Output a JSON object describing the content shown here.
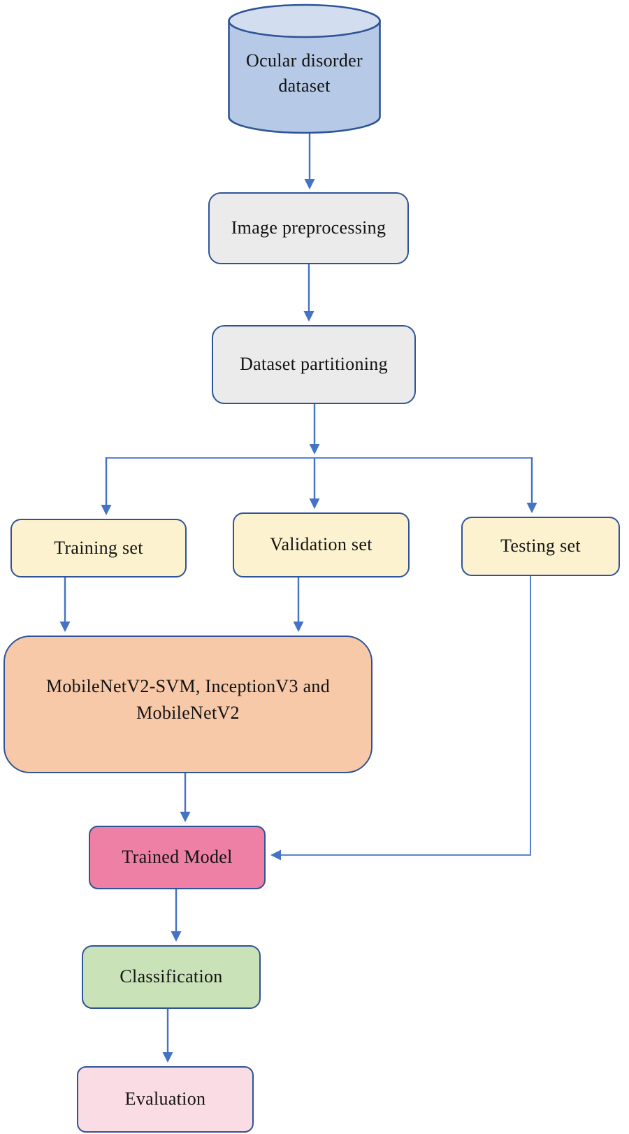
{
  "figure": {
    "type": "flowchart",
    "description": "Workflow of ocular disorder classification: dataset, preprocessing, partitioning into training/validation/testing, model training, classification and evaluation",
    "background_color": "#ffffff",
    "arrow_color": "#4472c4",
    "node_border_color": "#2f5496",
    "text_color": "#131313"
  },
  "nodes": {
    "dataset": {
      "shape": "cylinder",
      "lines": [
        "Ocular disorder",
        "dataset"
      ],
      "fill": "#b6c9e6",
      "top_fill": "#d3ddf0"
    },
    "preprocessing": {
      "shape": "rounded-rect",
      "label": "Image preprocessing",
      "fill": "#ebebeb"
    },
    "partitioning": {
      "shape": "rounded-rect",
      "label": "Dataset partitioning",
      "fill": "#ebebeb"
    },
    "training_set": {
      "shape": "rounded-rect",
      "label": "Training set",
      "fill": "#fdf2cf"
    },
    "validation_set": {
      "shape": "rounded-rect",
      "label": "Validation set",
      "fill": "#fdf2cf"
    },
    "testing_set": {
      "shape": "rounded-rect",
      "label": "Testing set",
      "fill": "#fdf2cf"
    },
    "models": {
      "shape": "rounded-rect",
      "lines": [
        "MobileNetV2-SVM, InceptionV3 and",
        "MobileNetV2"
      ],
      "fill": "#f7c9a8"
    },
    "trained_model": {
      "shape": "rounded-rect",
      "label": "Trained Model",
      "fill": "#ee7fa5"
    },
    "classification": {
      "shape": "rounded-rect",
      "label": "Classification",
      "fill": "#c9e2b8"
    },
    "evaluation": {
      "shape": "rounded-rect",
      "label": "Evaluation",
      "fill": "#fadce4"
    }
  },
  "edges": [
    {
      "from": "dataset",
      "to": "preprocessing"
    },
    {
      "from": "preprocessing",
      "to": "partitioning"
    },
    {
      "from": "partitioning",
      "to": "training_set"
    },
    {
      "from": "partitioning",
      "to": "validation_set"
    },
    {
      "from": "partitioning",
      "to": "testing_set"
    },
    {
      "from": "training_set",
      "to": "models"
    },
    {
      "from": "validation_set",
      "to": "models"
    },
    {
      "from": "models",
      "to": "trained_model"
    },
    {
      "from": "testing_set",
      "to": "trained_model"
    },
    {
      "from": "trained_model",
      "to": "classification"
    },
    {
      "from": "classification",
      "to": "evaluation"
    }
  ]
}
